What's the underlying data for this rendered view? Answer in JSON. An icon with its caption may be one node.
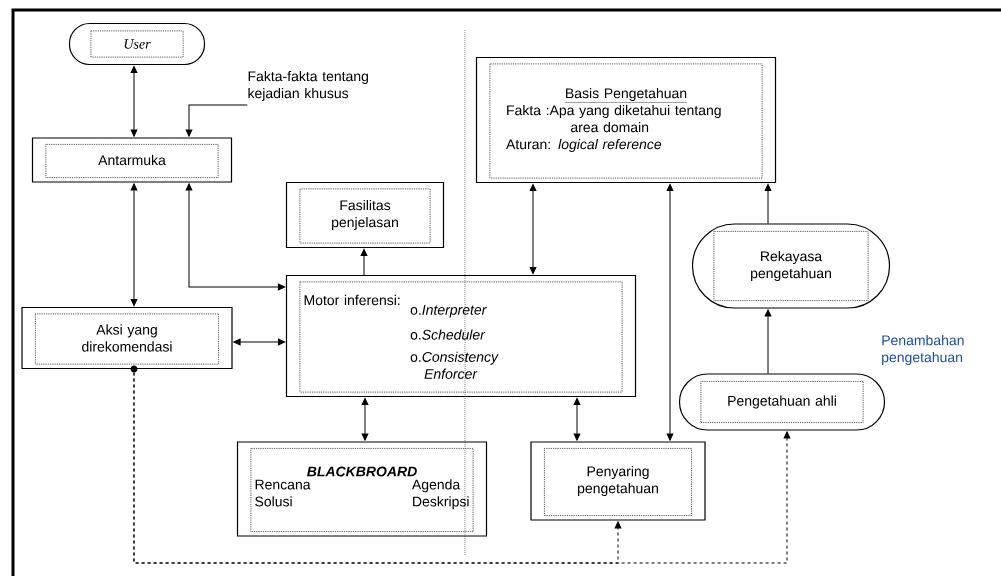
{
  "diagram": {
    "nodes": [
      {
        "text": [
          "User"
        ]
      },
      {
        "text": [
          "Fakta-fakta tentang kejadian khusus"
        ]
      },
      {
        "text": [
          "Antarmuka"
        ]
      },
      {
        "text": [
          "Fasilitas penjelasan"
        ]
      },
      {
        "text": [
          "Basis Pengetahuan",
          "Fakta  :Apa yang diketahui tentang area domain",
          "Aturan: *logical reference*"
        ]
      },
      {
        "text": [
          "Aksi yang direkomendasi"
        ]
      },
      {
        "text": [
          "Motor inferensi:",
          "o.*Interpreter*",
          "o.*Scheduler*",
          "o.*Consistency Enforcer*"
        ]
      },
      {
        "text": [
          "Rekayasa pengetahuan"
        ]
      },
      {
        "text": [
          "Pengetahuan ahli"
        ]
      },
      {
        "text": [
          "BLACKBROARD",
          "Rencana",
          "Agenda",
          "Solusi",
          "Deskripsi"
        ]
      },
      {
        "text": [
          "Penyaring pengetahuan"
        ]
      }
    ],
    "edges": [
      {
        "from": 0,
        "to": 2,
        "arrow": "both"
      },
      {
        "from": 1,
        "to": 2,
        "arrow": "to"
      },
      {
        "from": 2,
        "to": 5,
        "arrow": "both"
      },
      {
        "from": 6,
        "to": 2,
        "arrow": "both"
      },
      {
        "from": 6,
        "to": 3,
        "arrow": "to"
      },
      {
        "from": 5,
        "to": 6,
        "arrow": "both"
      },
      {
        "from": 4,
        "to": 6,
        "arrow": "both"
      },
      {
        "from": 10,
        "to": 4,
        "arrow": "both"
      },
      {
        "from": 7,
        "to": 4,
        "arrow": "to"
      },
      {
        "from": 8,
        "to": 7,
        "arrow": "to"
      },
      {
        "from": 6,
        "to": 9,
        "arrow": "both"
      },
      {
        "from": 6,
        "to": 10,
        "arrow": "both"
      },
      {
        "from": 5,
        "to": 10,
        "arrow": "to",
        "style": "dashed"
      },
      {
        "from": 5,
        "to": 8,
        "arrow": "to",
        "style": "dashed"
      }
    ],
    "labels": [
      "Penambahan pengetahuan"
    ]
  }
}
